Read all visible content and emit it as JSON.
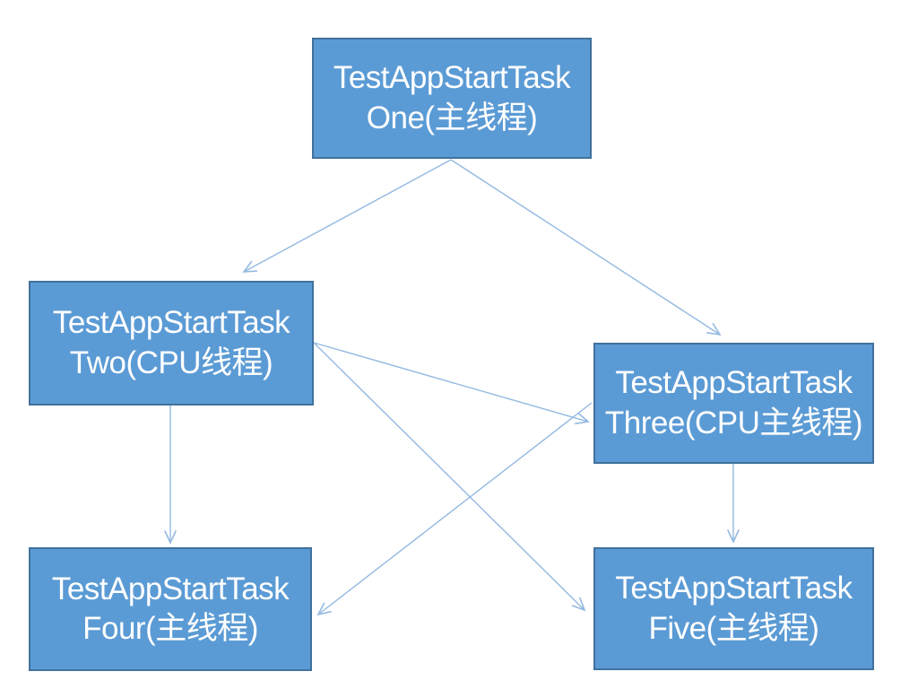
{
  "diagram": {
    "theme": {
      "background": "#ffffff",
      "node_fill": "#5b9bd5",
      "node_border": "#41719c",
      "arrow_color": "#93b9e1",
      "text_color": "#ffffff"
    },
    "nodes": [
      {
        "id": "one",
        "line1": "TestAppStartTask",
        "line2": "One(主线程)"
      },
      {
        "id": "two",
        "line1": "TestAppStartTask",
        "line2": "Two(CPU线程)"
      },
      {
        "id": "three",
        "line1": "TestAppStartTask",
        "line2": "Three(CPU主线程)"
      },
      {
        "id": "four",
        "line1": "TestAppStartTask",
        "line2": "Four(主线程)"
      },
      {
        "id": "five",
        "line1": "TestAppStartTask",
        "line2": "Five(主线程)"
      }
    ],
    "edges": [
      {
        "from": "One",
        "to": "Two"
      },
      {
        "from": "One",
        "to": "Three"
      },
      {
        "from": "Two",
        "to": "Three"
      },
      {
        "from": "Two",
        "to": "Four"
      },
      {
        "from": "Two",
        "to": "Five"
      },
      {
        "from": "Three",
        "to": "Four"
      },
      {
        "from": "Three",
        "to": "Five"
      }
    ]
  }
}
